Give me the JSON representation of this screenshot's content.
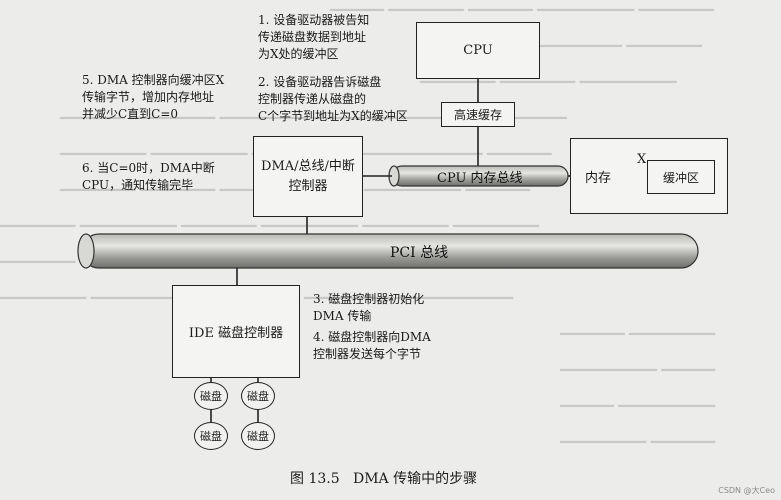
{
  "notes": {
    "n1": "1. 设备驱动器被告知\n传递磁盘数据到地址\n为X处的缓冲区",
    "n2": "2. 设备驱动器告诉磁盘\n控制器传递从磁盘的\nC个字节到地址为X的缓冲区",
    "n3": "3. 磁盘控制器初始化\nDMA 传输",
    "n4": "4. 磁盘控制器向DMA\n控制器发送每个字节",
    "n5": "5. DMA 控制器向缓冲区X\n传输字节，增加内存地址\n并减少C直到C=0",
    "n6": "6. 当C=0时，DMA中断\nCPU，通知传输完毕"
  },
  "components": {
    "cpu": "CPU",
    "cache": "高速缓存",
    "dma": "DMA/总线/中断\n控制器",
    "memory": "内存",
    "x_label": "X",
    "buffer": "缓冲区",
    "ide": "IDE 磁盘控制器",
    "disk": "磁盘"
  },
  "buses": {
    "cpu_mem_bus": "CPU 内存总线",
    "pci_bus": "PCI 总线"
  },
  "caption": "图 13.5   DMA 传输中的步骤",
  "watermark": "CSDN @大Ceo"
}
